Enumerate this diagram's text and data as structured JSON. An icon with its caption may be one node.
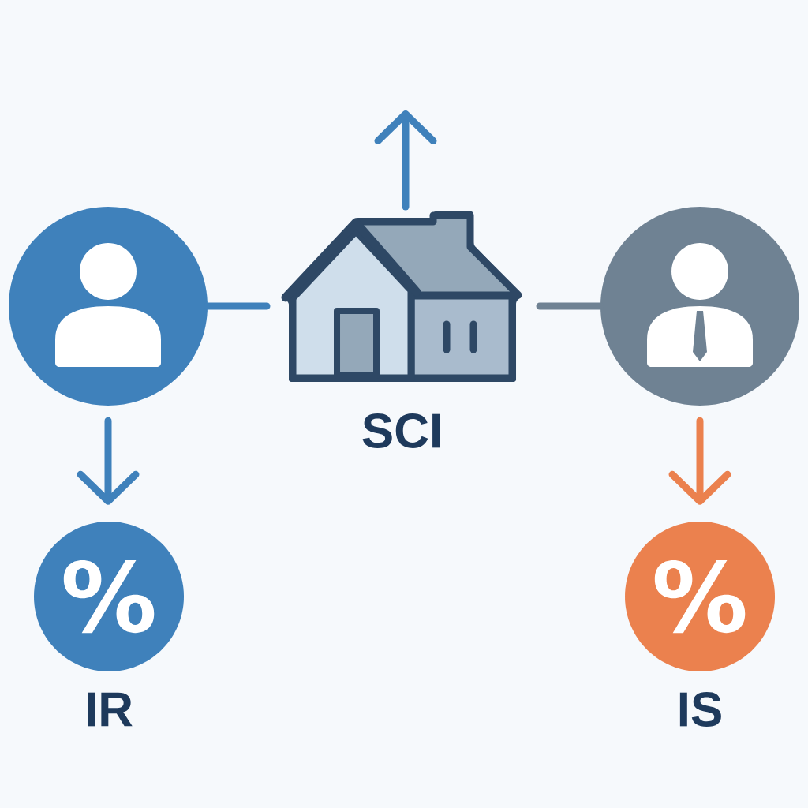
{
  "diagram": {
    "nodes": [
      {
        "text": [],
        "shape": "person"
      },
      {
        "text": [
          "SCI"
        ]
      },
      {
        "text": [],
        "shape": "person"
      },
      {
        "text": [
          "%",
          "IR"
        ]
      },
      {
        "text": [
          "%",
          "IS"
        ]
      }
    ],
    "edges": [
      {
        "from": 0,
        "to": 1,
        "arrow": "none"
      },
      {
        "from": 2,
        "to": 1,
        "arrow": "none",
        "color": "#6f8293"
      },
      {
        "from": 1,
        "to": null,
        "arrow": "to"
      },
      {
        "from": 0,
        "to": 3,
        "arrow": "to"
      },
      {
        "from": 2,
        "to": 4,
        "arrow": "to",
        "color": "#eb814e"
      }
    ]
  }
}
